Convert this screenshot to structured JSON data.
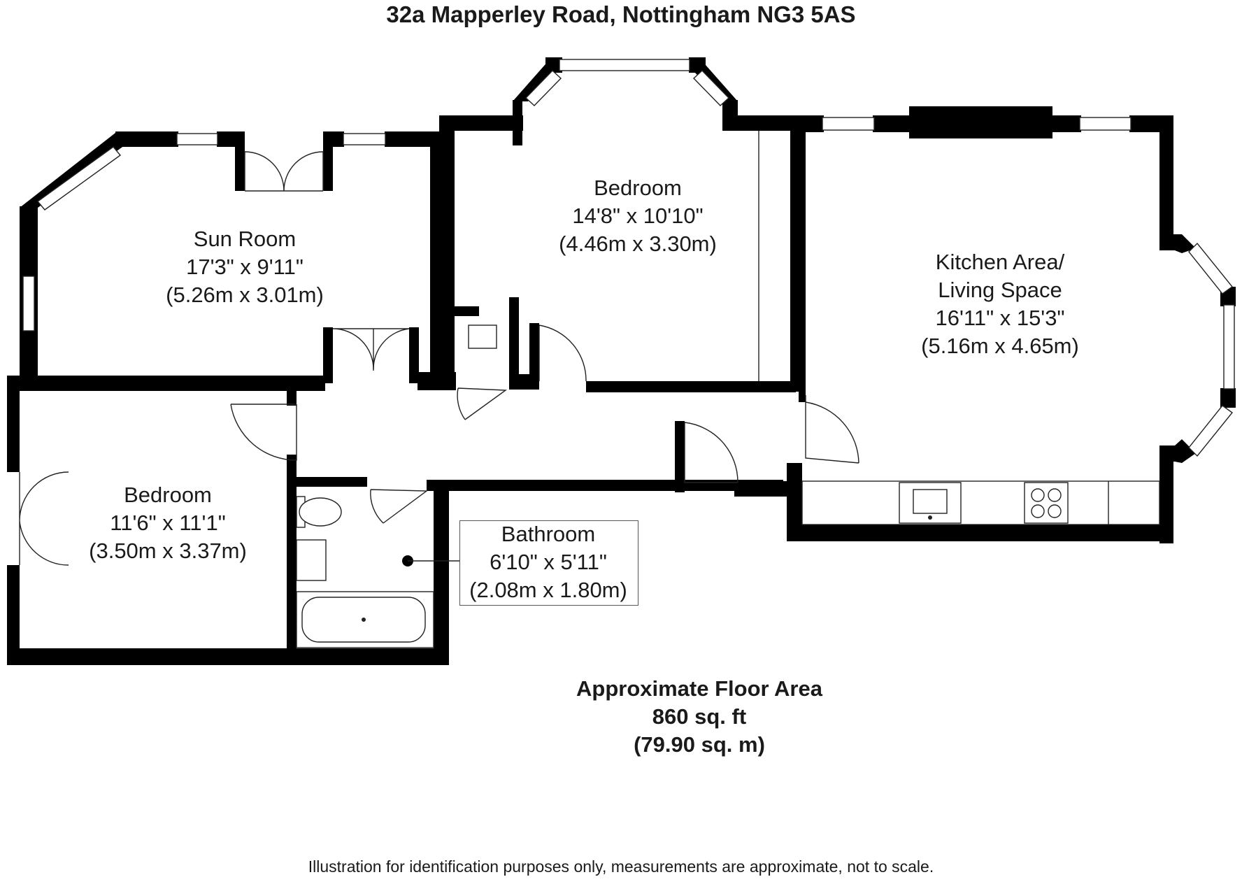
{
  "title": "32a Mapperley Road, Nottingham NG3 5AS",
  "rooms": {
    "sun_room": {
      "name": "Sun Room",
      "imperial": "17'3\" x 9'11\"",
      "metric": "(5.26m x 3.01m)"
    },
    "bedroom_top": {
      "name": "Bedroom",
      "imperial": "14'8\" x 10'10\"",
      "metric": "(4.46m x 3.30m)"
    },
    "kitchen": {
      "name_line1": "Kitchen Area/",
      "name_line2": "Living Space",
      "imperial": "16'11\" x 15'3\"",
      "metric": "(5.16m x 4.65m)"
    },
    "bedroom_left": {
      "name": "Bedroom",
      "imperial": "11'6\" x 11'1\"",
      "metric": "(3.50m x 3.37m)"
    },
    "bathroom": {
      "name": "Bathroom",
      "imperial": "6'10\" x 5'11\"",
      "metric": "(2.08m x 1.80m)"
    }
  },
  "floor_area": {
    "heading": "Approximate Floor Area",
    "sq_ft": "860 sq. ft",
    "sq_m": "(79.90 sq. m)"
  },
  "disclaimer": "Illustration for identification purposes only, measurements are approximate, not to scale."
}
